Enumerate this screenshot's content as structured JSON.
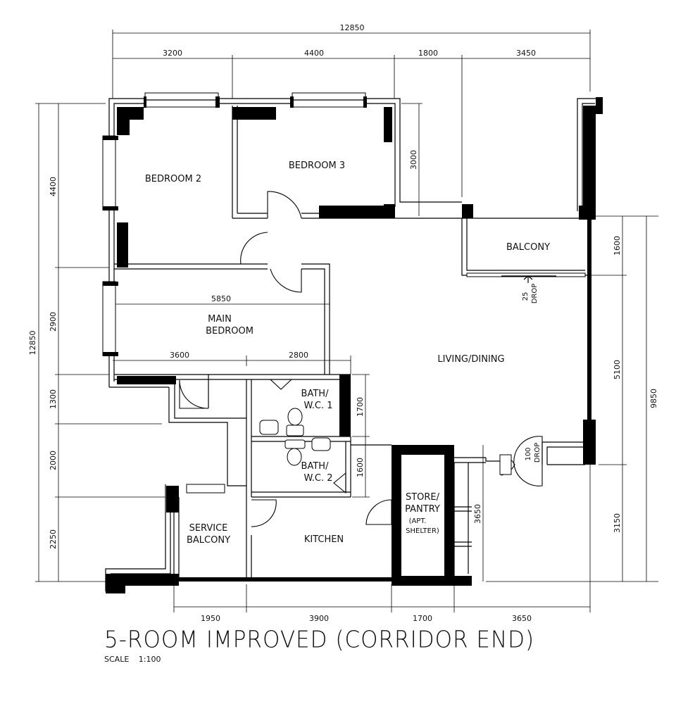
{
  "rooms": {
    "bedroom2": "BEDROOM 2",
    "bedroom3": "BEDROOM 3",
    "main_bedroom_line1": "MAIN",
    "main_bedroom_line2": "BEDROOM",
    "balcony": "BALCONY",
    "living_dining": "LIVING/DINING",
    "bath1_line1": "BATH/",
    "bath1_line2": "W.C. 1",
    "bath2_line1": "BATH/",
    "bath2_line2": "W.C. 2",
    "store_line1": "STORE/",
    "store_line2": "PANTRY",
    "store_line3": "(APT.",
    "store_line4": "SHELTER)",
    "kitchen": "KITCHEN",
    "service_line1": "SERVICE",
    "service_line2": "BALCONY"
  },
  "drops": {
    "balcony_drop_value": "25",
    "balcony_drop_label": "DROP",
    "entrance_drop_value": "100",
    "entrance_drop_label": "DROP"
  },
  "dimensions": {
    "top_overall": "12850",
    "top_segments": [
      "3200",
      "4400",
      "1800",
      "3450"
    ],
    "left_overall": "12850",
    "left_segments": [
      "4400",
      "2900",
      "1300",
      "2000",
      "2250"
    ],
    "right_overall": "9850",
    "right_segments": [
      "1600",
      "5100",
      "3150"
    ],
    "bottom_segments": [
      "1950",
      "3900",
      "1700",
      "3650"
    ],
    "bedroom3_depth": "3000",
    "main_bedroom_width": "5850",
    "lower_left_segments": [
      "3600",
      "2800"
    ],
    "bath1_depth": "1700",
    "bath2_depth": "1600",
    "store_depth": "3650"
  },
  "title": "5-ROOM IMPROVED (CORRIDOR END)",
  "scale_label": "SCALE",
  "scale_value": "1:100"
}
